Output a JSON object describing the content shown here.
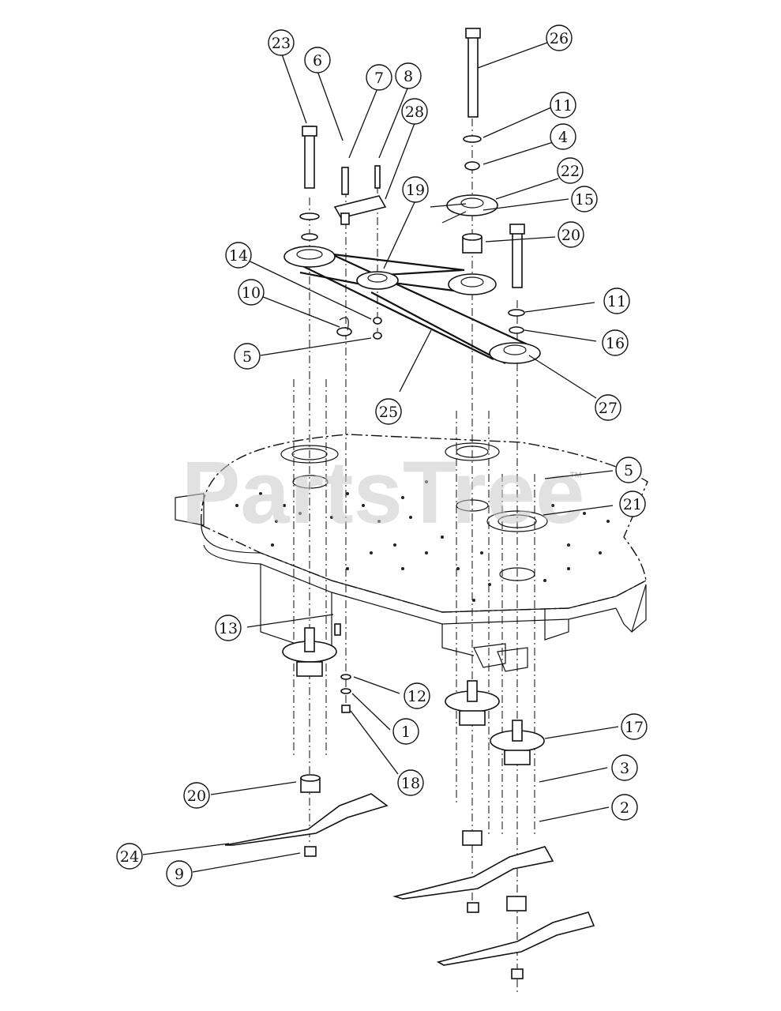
{
  "watermark": {
    "text": "PartsTree",
    "trademark": "™"
  },
  "callouts": [
    {
      "label": "23"
    },
    {
      "label": "6"
    },
    {
      "label": "7"
    },
    {
      "label": "8"
    },
    {
      "label": "28"
    },
    {
      "label": "26"
    },
    {
      "label": "11"
    },
    {
      "label": "4"
    },
    {
      "label": "22"
    },
    {
      "label": "15"
    },
    {
      "label": "19"
    },
    {
      "label": "20"
    },
    {
      "label": "14"
    },
    {
      "label": "10"
    },
    {
      "label": "11"
    },
    {
      "label": "16"
    },
    {
      "label": "5"
    },
    {
      "label": "25"
    },
    {
      "label": "27"
    },
    {
      "label": "5"
    },
    {
      "label": "21"
    },
    {
      "label": "13"
    },
    {
      "label": "12"
    },
    {
      "label": "1"
    },
    {
      "label": "17"
    },
    {
      "label": "3"
    },
    {
      "label": "18"
    },
    {
      "label": "20"
    },
    {
      "label": "2"
    },
    {
      "label": "24"
    },
    {
      "label": "9"
    }
  ]
}
